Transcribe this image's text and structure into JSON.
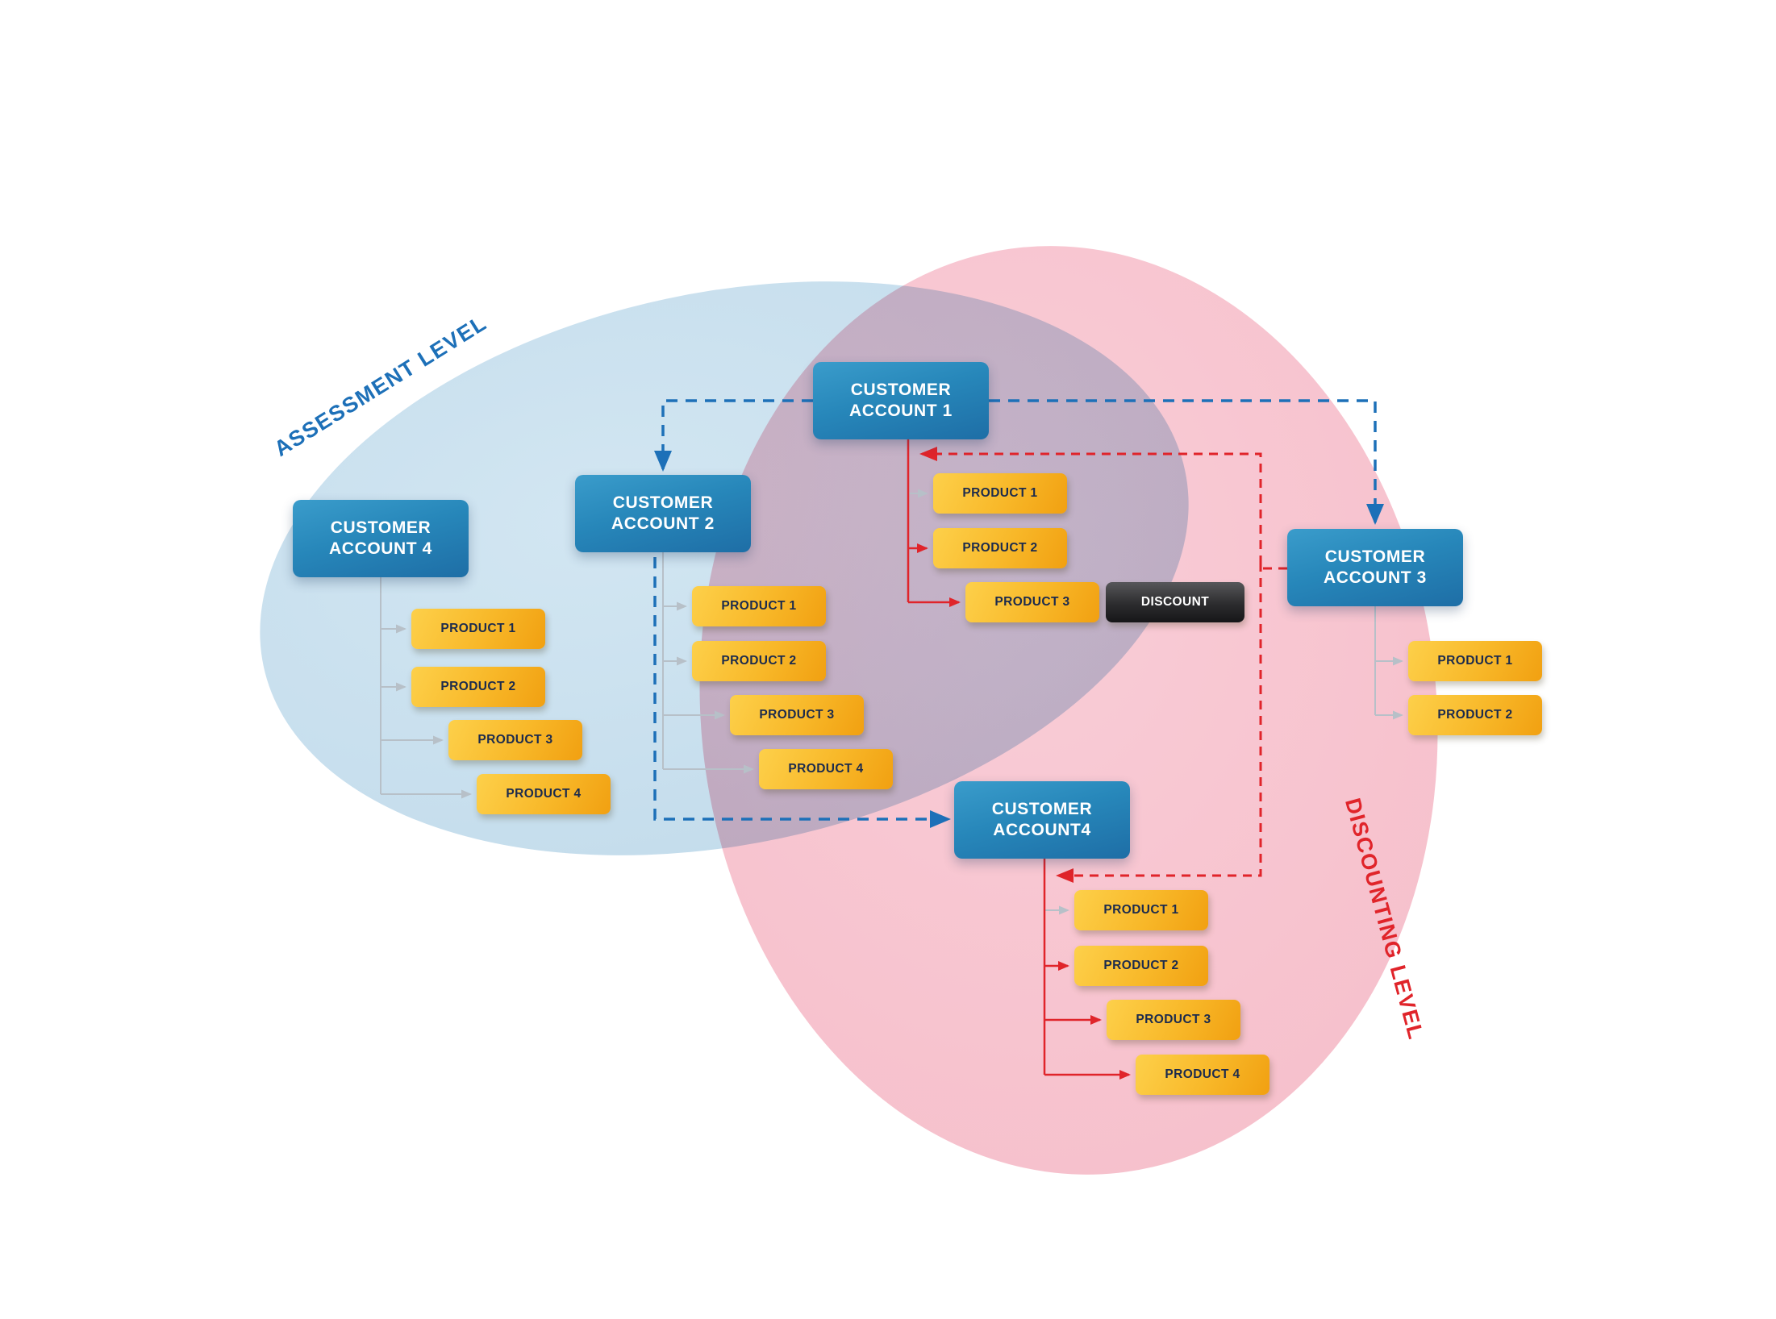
{
  "region_labels": {
    "assessment": "ASSESSMENT LEVEL",
    "discounting": "DISCOUNTING LEVEL"
  },
  "accounts": {
    "a1": {
      "label": "CUSTOMER ACCOUNT 1",
      "products": [
        "PRODUCT 1",
        "PRODUCT 2",
        "PRODUCT 3"
      ],
      "discount": "DISCOUNT"
    },
    "a2": {
      "label": "CUSTOMER ACCOUNT 2",
      "products": [
        "PRODUCT 1",
        "PRODUCT 2",
        "PRODUCT 3",
        "PRODUCT 4"
      ]
    },
    "a4_left": {
      "label": "CUSTOMER ACCOUNT 4",
      "products": [
        "PRODUCT 1",
        "PRODUCT 2",
        "PRODUCT 3",
        "PRODUCT 4"
      ]
    },
    "a3": {
      "label": "CUSTOMER ACCOUNT 3",
      "products": [
        "PRODUCT 1",
        "PRODUCT 2"
      ]
    },
    "a4_bottom": {
      "label": "CUSTOMER ACCOUNT4",
      "products": [
        "PRODUCT 1",
        "PRODUCT 2",
        "PRODUCT 3",
        "PRODUCT 4"
      ]
    }
  },
  "colors": {
    "assessment_region": "#c6dded",
    "discounting_region": "#f8c7d1",
    "overlap_region": "#bfabc2",
    "account_box_top": "#3a9ccb",
    "account_box_bottom": "#1e6ea6",
    "product_box_top": "#fdd04a",
    "product_box_bottom": "#f1a011",
    "discount_box": "#2a2a2c",
    "assessment_accent": "#1d70b8",
    "discounting_accent": "#e0242a",
    "connector_gray": "#b7c0c8"
  }
}
